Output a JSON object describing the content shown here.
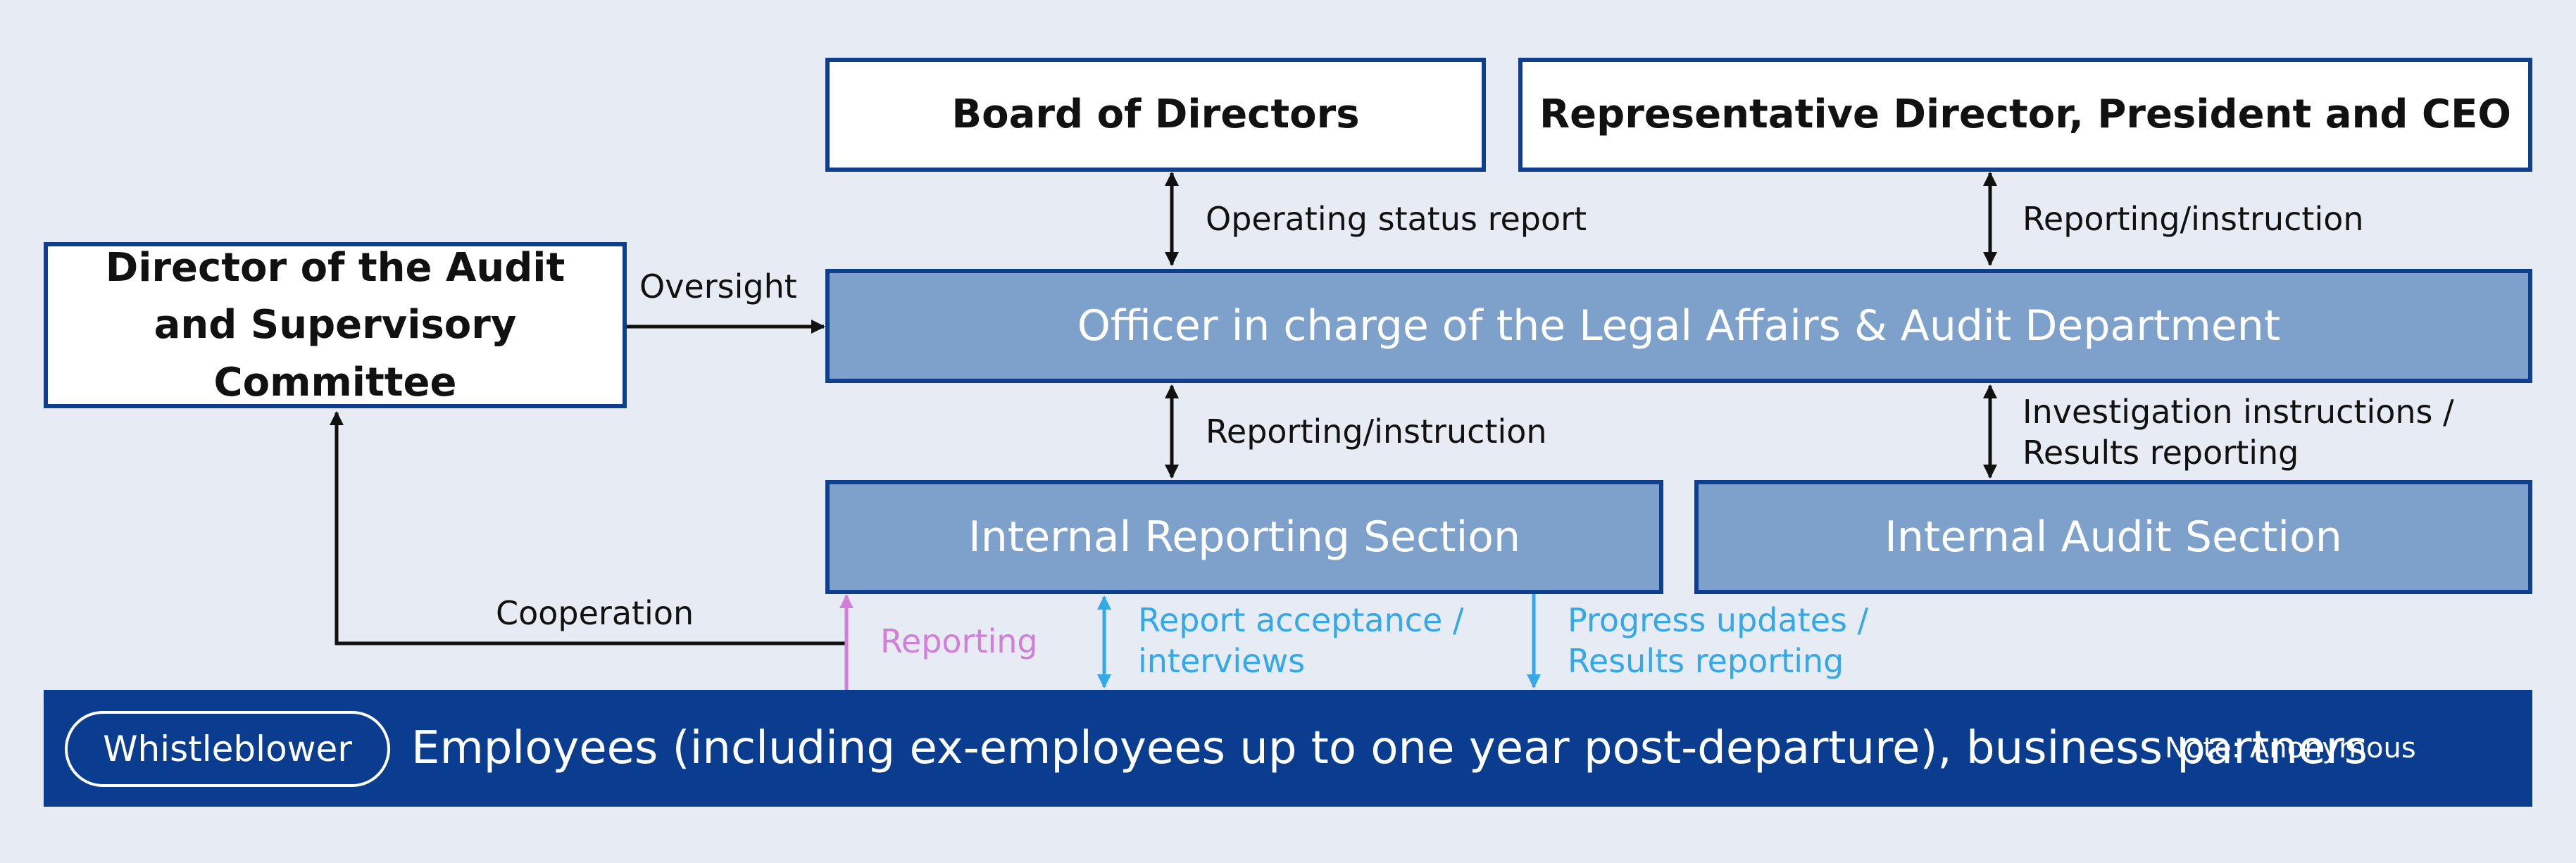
{
  "boxes": {
    "board": "Board of Directors",
    "ceo": "Representative Director, President and CEO",
    "audit_director": "Director of the Audit and Supervisory Committee",
    "officer": "Officer in charge of the Legal Affairs & Audit Department",
    "internal_reporting": "Internal Reporting Section",
    "internal_audit": "Internal Audit Section"
  },
  "labels": {
    "operating_status": "Operating status report",
    "reporting_instruction_ceo": "Reporting/instruction",
    "oversight": "Oversight",
    "reporting_instruction_irs": "Reporting/instruction",
    "investigation_line1": "Investigation instructions /",
    "investigation_line2": "Results reporting",
    "cooperation": "Cooperation",
    "reporting": "Reporting",
    "report_acceptance_line1": "Report acceptance /",
    "report_acceptance_line2": "interviews",
    "progress_line1": "Progress updates /",
    "progress_line2": "Results reporting"
  },
  "whistleblower": {
    "pill": "Whistleblower",
    "text": "Employees (including ex-employees up to one year post-departure), business partners",
    "note": "Note: Anonymous"
  },
  "colors": {
    "dark_blue": "#0a3d8f",
    "box_border": "#0e3f8e",
    "light_blue": "#7ea1cc",
    "background": "#e6ebf4",
    "pink": "#d17fd7",
    "cyan": "#35a8e8"
  }
}
